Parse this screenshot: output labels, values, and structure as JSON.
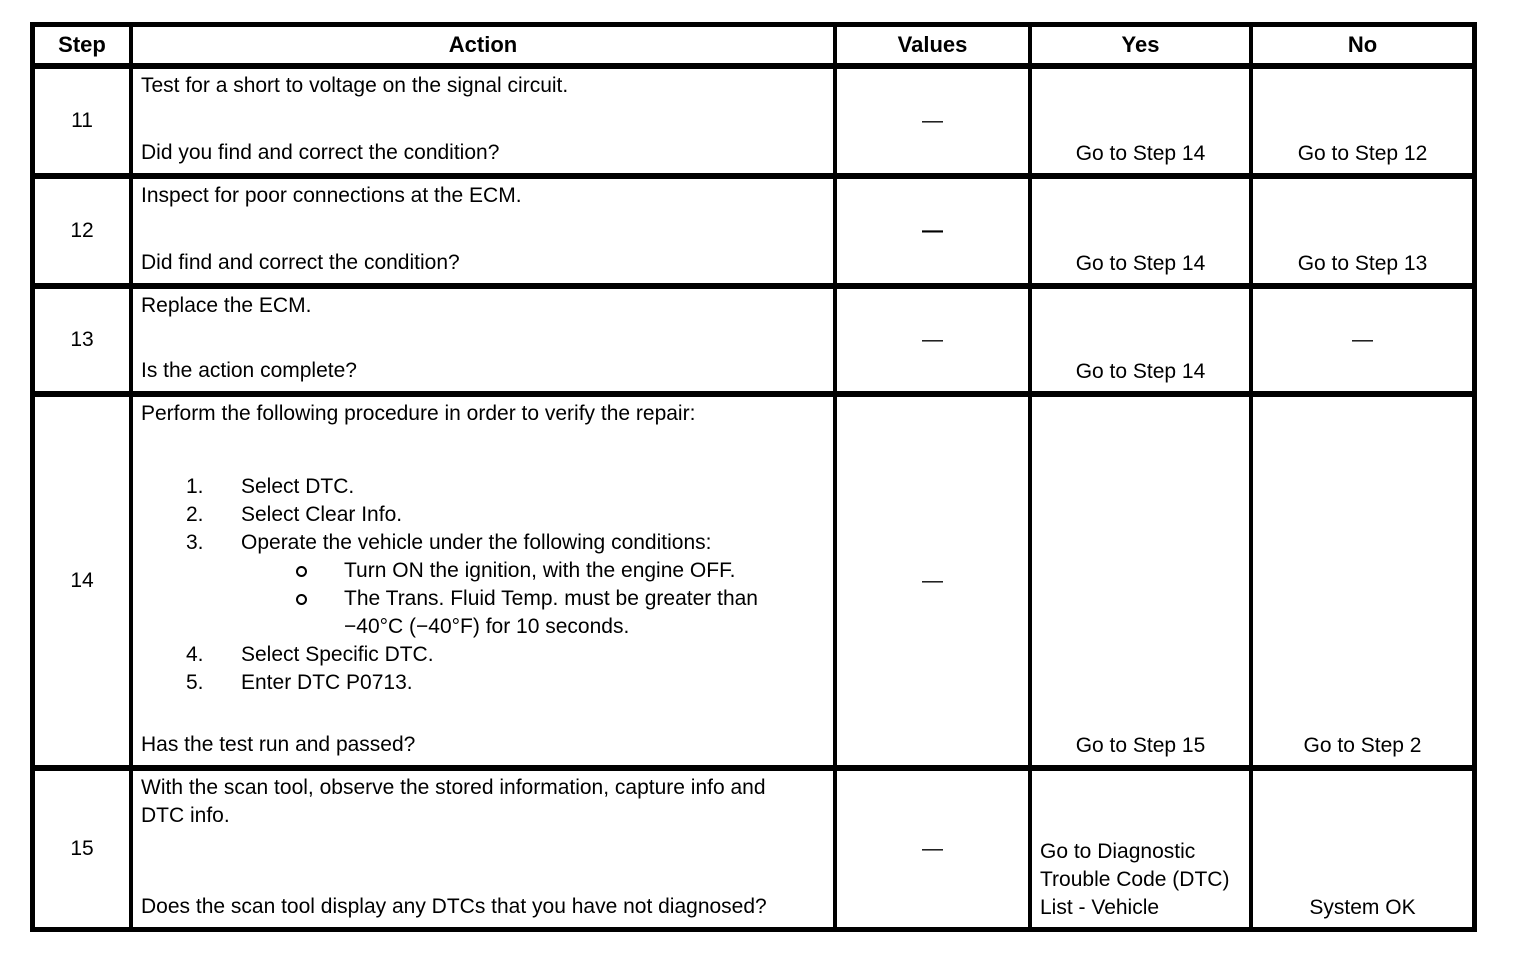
{
  "colors": {
    "text": "#000000",
    "background": "#ffffff",
    "border": "#000000"
  },
  "table": {
    "headers": [
      "Step",
      "Action",
      "Values",
      "Yes",
      "No"
    ],
    "rows": [
      {
        "step": "11",
        "action": {
          "main": "Test for a short to voltage on the signal circuit.",
          "question": "Did you find and correct the condition?"
        },
        "values": {
          "text": "—",
          "bold": false
        },
        "yes": {
          "text": "Go to Step 14",
          "align": "bottom-center"
        },
        "no": {
          "text": "Go to Step 12",
          "align": "bottom-center"
        }
      },
      {
        "step": "12",
        "action": {
          "main": "Inspect for poor connections at the ECM.",
          "question": "Did find and correct the condition?"
        },
        "values": {
          "text": "—",
          "bold": true
        },
        "yes": {
          "text": "Go to Step 14",
          "align": "bottom-center"
        },
        "no": {
          "text": "Go to Step 13",
          "align": "bottom-center"
        }
      },
      {
        "step": "13",
        "action": {
          "main": "Replace the ECM.",
          "question": "Is the action complete?"
        },
        "values": {
          "text": "—",
          "bold": false
        },
        "yes": {
          "text": "Go to Step 14",
          "align": "bottom-center"
        },
        "no": {
          "text": "—",
          "align": "center"
        }
      },
      {
        "step": "14",
        "action": {
          "main": "Perform the following procedure in order to verify the repair:",
          "list": [
            {
              "num": "1.",
              "text": "Select DTC."
            },
            {
              "num": "2.",
              "text": "Select Clear Info."
            },
            {
              "num": "3.",
              "text": "Operate the vehicle under the following conditions:",
              "sub": [
                "Turn ON the ignition, with the engine OFF.",
                "The Trans. Fluid Temp. must be greater than −40°C (−40°F) for 10 seconds."
              ]
            },
            {
              "num": "4.",
              "text": "Select Specific DTC."
            },
            {
              "num": "5.",
              "text": "Enter DTC P0713."
            }
          ],
          "question": "Has the test run and passed?"
        },
        "values": {
          "text": "—",
          "bold": false
        },
        "yes": {
          "text": "Go to Step 15",
          "align": "bottom-center"
        },
        "no": {
          "text": "Go to Step 2",
          "align": "bottom-center"
        }
      },
      {
        "step": "15",
        "action": {
          "main": "With the scan tool, observe the stored information, capture info and DTC info.",
          "question": "Does the scan tool display any DTCs that you have not diagnosed?"
        },
        "values": {
          "text": "—",
          "bold": false
        },
        "yes": {
          "text": "Go to Diagnostic Trouble Code (DTC) List - Vehicle",
          "align": "bottom-left"
        },
        "no": {
          "text": "System OK",
          "align": "bottom-center"
        }
      }
    ]
  }
}
